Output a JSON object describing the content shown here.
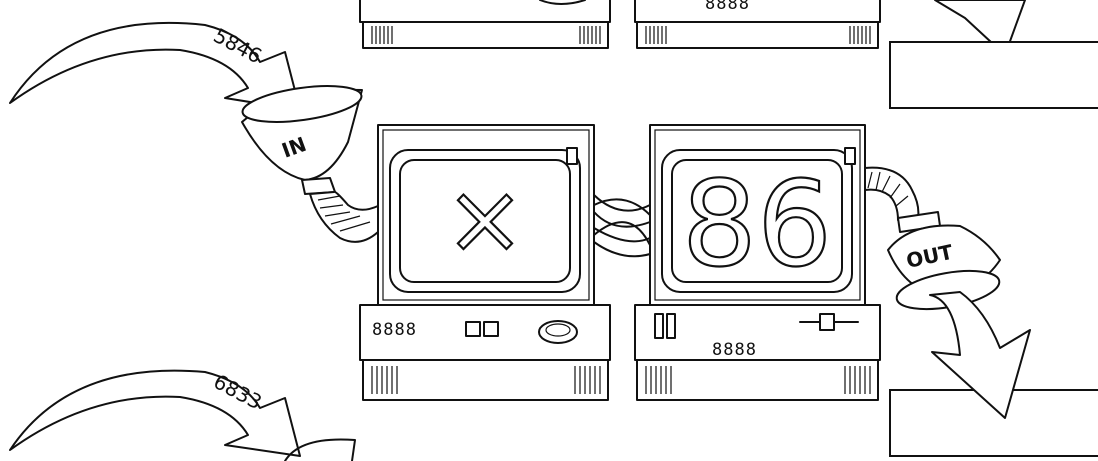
{
  "machine": {
    "operation_symbol": "×",
    "operand": "86",
    "in_label": "IN",
    "out_label": "OUT",
    "panel_readout_left": "8888",
    "panel_readout_right": "8888",
    "top_readout": "8888"
  },
  "inputs": [
    {
      "value": "5846"
    },
    {
      "value": "6833"
    }
  ],
  "outputs": [
    {
      "value": ""
    },
    {
      "value": ""
    }
  ]
}
